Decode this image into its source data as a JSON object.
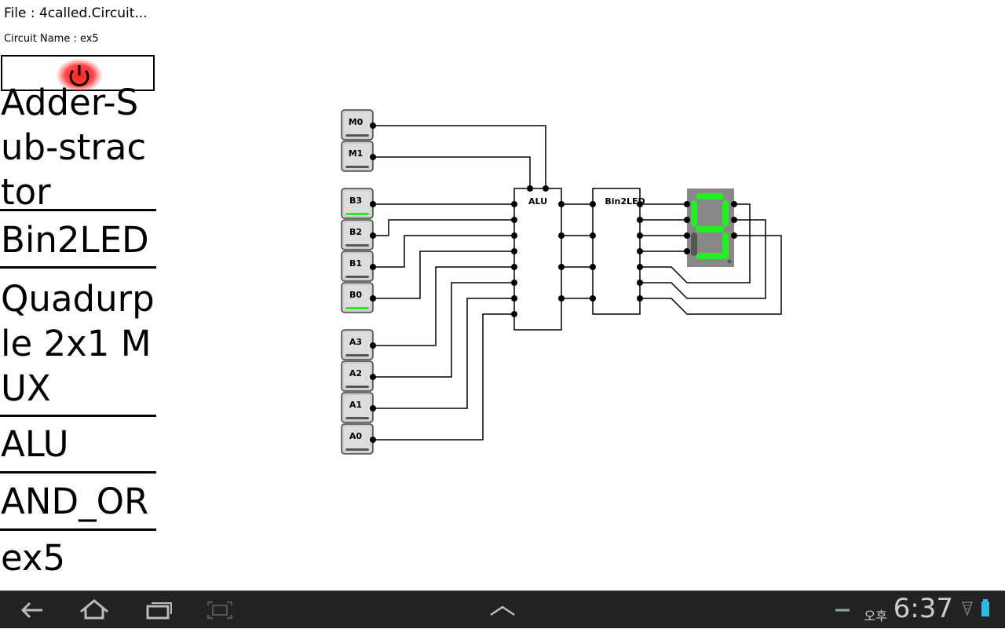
{
  "header": {
    "file_label": "File : 4called.Circuit...",
    "circuit_name_label": "Circuit Name : ex5"
  },
  "circuit_list": [
    "Adder-Sub-stractor",
    "Bin2LED",
    "Quadurple 2x1 MUX",
    "ALU",
    "AND_OR",
    "ex5"
  ],
  "circuit": {
    "inputs": [
      "M0",
      "M1",
      "B3",
      "B2",
      "B1",
      "B0",
      "A3",
      "A2",
      "A1",
      "A0"
    ],
    "inputs_on": [
      "B3",
      "B0"
    ],
    "alu_label": "ALU",
    "bin2led_label": "Bin2LED",
    "display_digit": "9"
  },
  "status_bar": {
    "ampm": "오후",
    "time": "6:37"
  },
  "colors": {
    "led_on": "#22ee22",
    "led_off": "#555555",
    "power_red": "#e01010",
    "navbar": "#222222"
  },
  "icons": [
    "power-icon",
    "back-icon",
    "home-icon",
    "recent-apps-icon",
    "screenshot-icon",
    "up-chevron-icon",
    "signal-icon",
    "battery-icon"
  ]
}
